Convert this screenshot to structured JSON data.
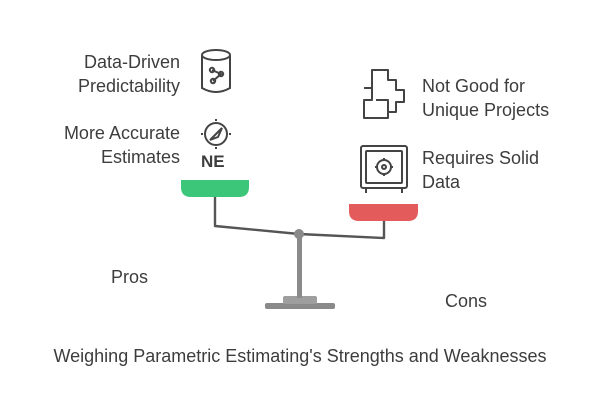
{
  "diagram": {
    "title": "Weighing Parametric Estimating's Strengths and Weaknesses",
    "pros": {
      "label": "Pros",
      "color": "#3cc67a",
      "items": [
        {
          "text_line1": "Data-Driven",
          "text_line2": "Predictability",
          "icon": "database-network-icon"
        },
        {
          "text_line1": "More Accurate",
          "text_line2": "Estimates",
          "icon": "compass-icon",
          "icon_caption": "NE"
        }
      ]
    },
    "cons": {
      "label": "Cons",
      "color": "#e35b5b",
      "items": [
        {
          "text_line1": "Not Good for",
          "text_line2": "Unique Projects",
          "icon": "puzzle-piece-icon"
        },
        {
          "text_line1": "Requires Solid",
          "text_line2": "Data",
          "icon": "safe-icon"
        }
      ]
    },
    "colors": {
      "beam": "#555555",
      "base": "#8a8a8a",
      "text": "#3d3d3d"
    }
  }
}
